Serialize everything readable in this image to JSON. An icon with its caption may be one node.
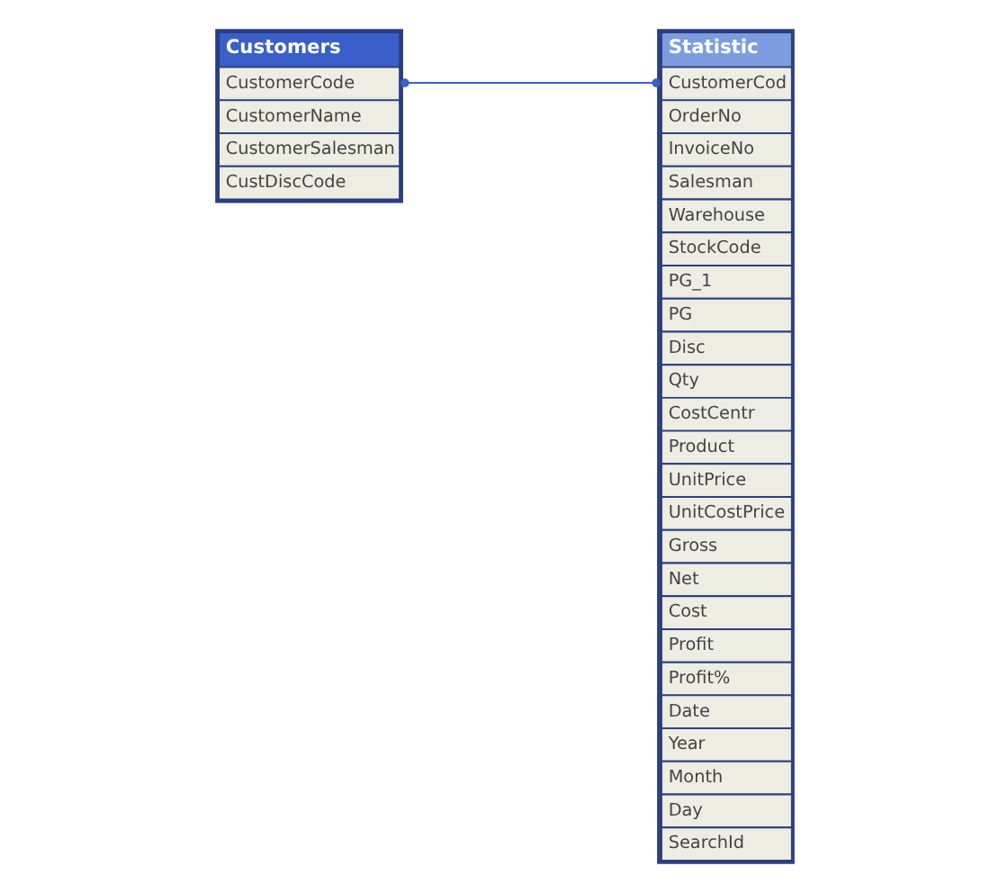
{
  "diagram": {
    "nodes": [
      {
        "text": [
          "Customers",
          "CustomerCode",
          "CustomerName",
          "CustomerSalesman",
          "CustDiscCode"
        ]
      },
      {
        "text": [
          "Statistic",
          "CustomerCod",
          "OrderNo",
          "InvoiceNo",
          "Salesman",
          "Warehouse",
          "StockCode",
          "PG_1",
          "PG",
          "Disc",
          "Qty",
          "CostCentr",
          "Product",
          "UnitPrice",
          "UnitCostPrice",
          "Gross",
          "Net",
          "Cost",
          "Profit",
          "Profit%",
          "Date",
          "Year",
          "Month",
          "Day",
          "SearchId"
        ]
      }
    ],
    "edges": [
      {
        "from": 0,
        "to": 1,
        "arrow": "other"
      }
    ]
  }
}
